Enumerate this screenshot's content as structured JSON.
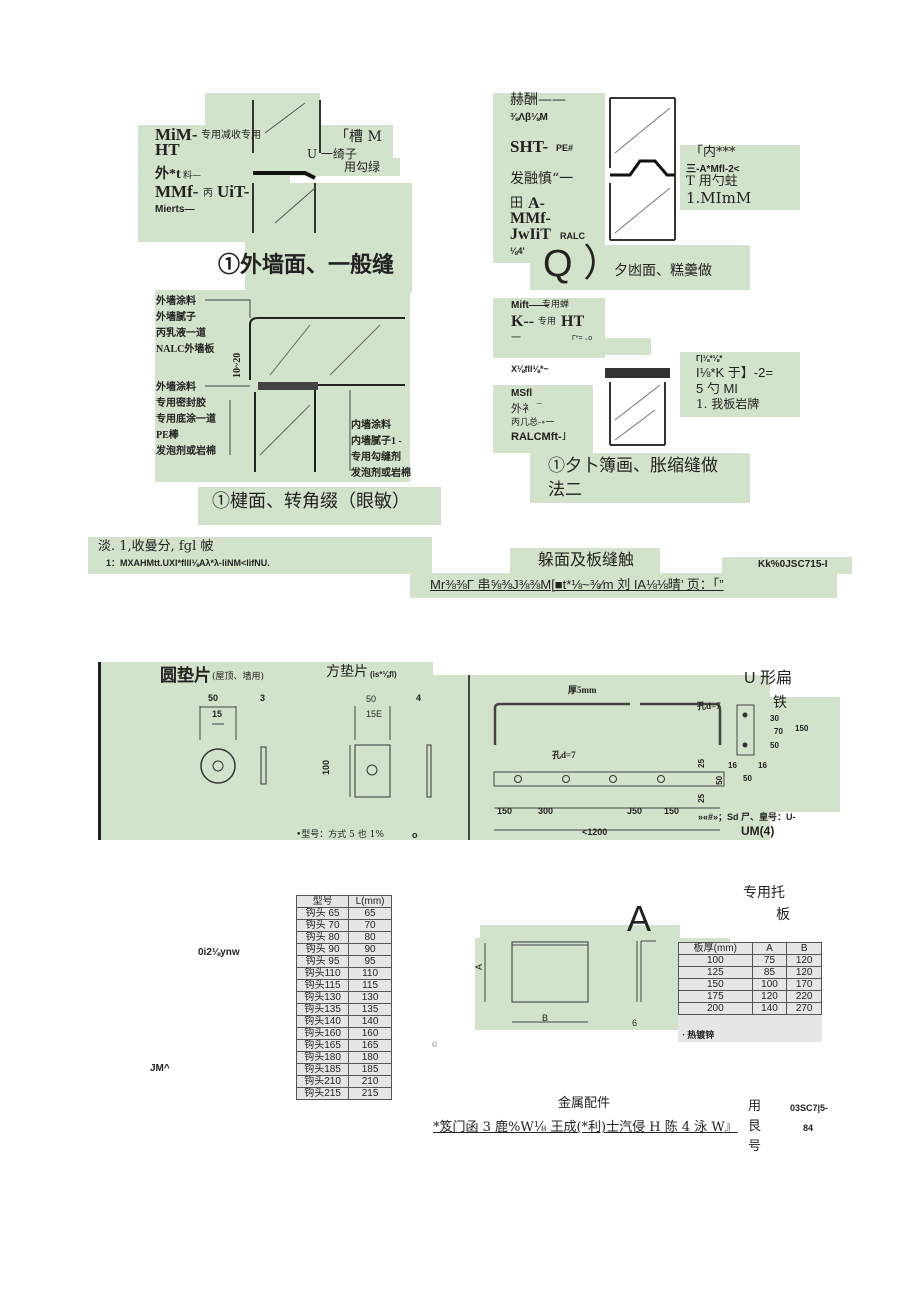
{
  "detail1": {
    "labels_left": [
      "MiM-",
      "专用减收专用",
      "HT",
      "外*t",
      "料—",
      "MMf-",
      "丙",
      "UiT-",
      "Mierts—"
    ],
    "labels_right": [
      "「槽 M",
      "U 一绮子",
      "用勾绿"
    ],
    "caption": "①外墙面、一般缝"
  },
  "detail2": {
    "labels_left_top": [
      "外墙涂料",
      "外墙腻子",
      "丙乳液一道",
      "NALC外墙板"
    ],
    "dimension": "10~20",
    "labels_left_bottom": [
      "外墙涂料",
      "专用密封胶",
      "专用底涂一道",
      "PE棒",
      "发泡剂或岩棉"
    ],
    "labels_right": [
      "内墙涂料",
      "内墙腻子1 -",
      "专用勾缝剂",
      "发泡剂或岩棉"
    ],
    "caption": "①楗面、转角缀（眼敏）"
  },
  "detail3": {
    "labels_left": [
      "赫酬——",
      "⅜Λβ⅛M",
      "SHT-",
      "PE#",
      "发融慎“一",
      "田",
      "A-",
      "MMf-",
      "JwIiT",
      "RALC",
      "⅛4'"
    ],
    "labels_right": [
      "「内***",
      "三-A*Mfl-2<",
      "T 用勺蛀",
      "1.MImM"
    ],
    "caption_mark": "Q ）",
    "caption": "夕凼面、糕羹做"
  },
  "detail4": {
    "labels_left_top": [
      "Mift——",
      "专用蝉",
      "K--",
      "专用",
      "HT",
      "一",
      "Г*=  ₌o",
      "X⅛fll⅛*~"
    ],
    "labels_left_bottom": [
      "MSfl",
      "外衤 ‾",
      "丙几总-∘一",
      "RALCMft-˩"
    ],
    "labels_right": [
      "Г|⅛*⅛*",
      "I⅛*K 于】-2=",
      "5 勺 MI",
      "1. 我板岩牌"
    ],
    "caption_line1": "①夕卜簿画、胀缩缝做",
    "caption_line2": "法二"
  },
  "notes1": {
    "line1": "淡. 1,收曼分, fgl 帔",
    "line2": "1：MXAHMtt.UXI*flll⅛Aλ*λ-liNM<lifNU."
  },
  "titleblock1": {
    "title": "躲面及板缝触",
    "code": "Kk%0JSC715-I",
    "signatures": "Mr⅜⅜Г 串⅝⅜J⅜⅜M[■t*⅛~⅜⁄m 刘 IA⅛⅛晴’ 页：「”"
  },
  "washers": {
    "round_title": "圆垫片",
    "round_note": "(屋顶、墙用)",
    "round_dims": [
      "50",
      "15",
      "3"
    ],
    "square_title": "方垫片",
    "square_note": "(is*⅛fl)",
    "square_dims": [
      "50",
      "15E",
      "4",
      "100"
    ],
    "caption": "•型号：方式 5 也 1%",
    "caption_mark": "o"
  },
  "u_strap": {
    "thickness": "厚5mm",
    "hole": "孔d=7",
    "dims": [
      "150",
      "300",
      "J50",
      "150",
      "<1200",
      "25",
      "50",
      "25"
    ],
    "side_title": "U 形扁",
    "side_title2": "铁",
    "side_hole": "孔d=7",
    "side_dims": [
      "30",
      "70",
      "50",
      "150",
      "16",
      "16",
      "50"
    ],
    "caption": "»«#»；Sd 尸、皇号：U-",
    "caption2": "UM(4)"
  },
  "hook_table": {
    "label_a": "0i2⅛ynw",
    "label_b": "JM^",
    "headers": [
      "型号",
      "L(mm)"
    ],
    "rows": [
      [
        "钩头 65",
        "65"
      ],
      [
        "钩头 70",
        "70"
      ],
      [
        "钩头 80",
        "80"
      ],
      [
        "钩头 90",
        "90"
      ],
      [
        "钩头 95",
        "95"
      ],
      [
        "钩头110",
        "110"
      ],
      [
        "钩头115",
        "115"
      ],
      [
        "钩头130",
        "130"
      ],
      [
        "钩头135",
        "135"
      ],
      [
        "钩头140",
        "140"
      ],
      [
        "钩头160",
        "160"
      ],
      [
        "钩头165",
        "165"
      ],
      [
        "钩头180",
        "180"
      ],
      [
        "钩头185",
        "185"
      ],
      [
        "钩头210",
        "210"
      ],
      [
        "钩头215",
        "215"
      ]
    ]
  },
  "tray": {
    "title": "专用托",
    "title2": "板",
    "big_letter": "A",
    "dim_b": "B",
    "dim_a": "A",
    "dim_6": "6",
    "headers": [
      "板厚(mm)",
      "A",
      "B"
    ],
    "rows": [
      [
        "100",
        "75",
        "120"
      ],
      [
        "125",
        "85",
        "120"
      ],
      [
        "150",
        "100",
        "170"
      ],
      [
        "175",
        "120",
        "220"
      ],
      [
        "200",
        "140",
        "270"
      ]
    ],
    "note": "· 热镀锌",
    "copyright": "©"
  },
  "titleblock2": {
    "title": "金属配件",
    "signatures": "*笈门函 3 鹿%W⅛ 王成(*利)士汽侵 H 陈 4 泳 W』",
    "vertical": [
      "用",
      "艮",
      "号"
    ],
    "code": "03SC7|5-",
    "page": "84"
  },
  "colors": {
    "patch": "#d3e2cb",
    "ink": "#222222"
  }
}
